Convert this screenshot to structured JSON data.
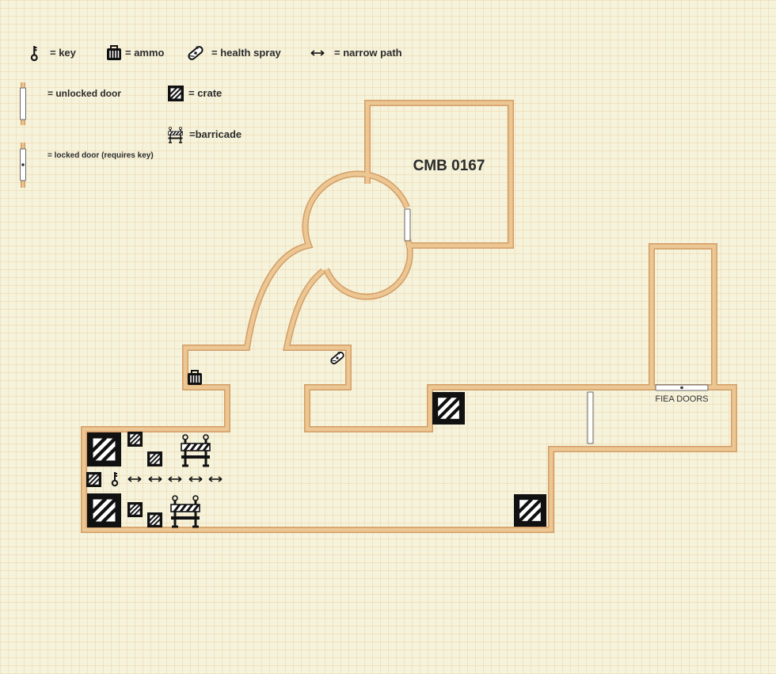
{
  "legend": {
    "key": "= key",
    "ammo": "= ammo",
    "health_spray": "= health spray",
    "narrow_path": "= narrow path",
    "unlocked_door": "= unlocked door",
    "crate": "= crate",
    "barricade": "=barricade",
    "locked_door": "= locked door (requires key)"
  },
  "rooms": {
    "cmb": "CMB 0167",
    "fiea": "FIEA DOORS"
  },
  "colors": {
    "wall": "#e2b887",
    "wall_edge": "#d6a36c",
    "background": "#f5f3dc",
    "icon": "#111111"
  }
}
